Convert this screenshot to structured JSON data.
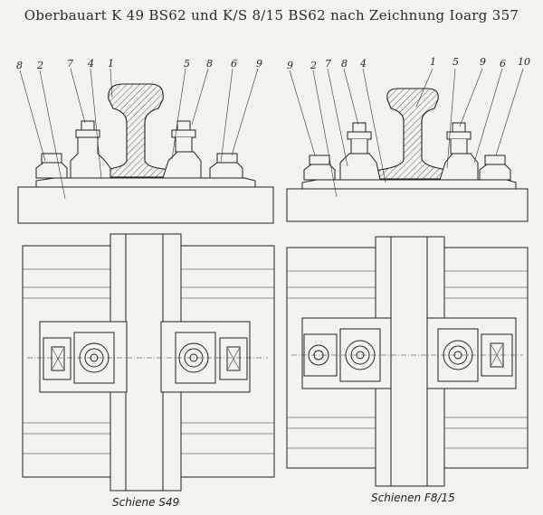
{
  "title": "Oberbauart K 49 BS62 und K/S 8/15 BS62 nach Zeichnung Ioarg 357",
  "left_section": {
    "labels": [
      "8",
      "2",
      "7",
      "4",
      "1",
      "5",
      "8",
      "6",
      "9"
    ],
    "caption": "Schiene S49"
  },
  "right_section": {
    "labels": [
      "9",
      "2",
      "7",
      "8",
      "4",
      "1",
      "5",
      "9",
      "6",
      "10"
    ],
    "caption": "Schienen F8/15"
  }
}
